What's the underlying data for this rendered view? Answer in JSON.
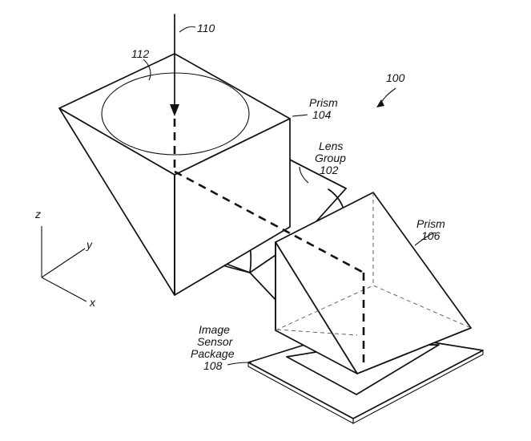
{
  "labels": {
    "ref_110": "110",
    "ref_112": "112",
    "ref_100": "100",
    "prism_104_name": "Prism",
    "prism_104_num": "104",
    "lens_group_line1": "Lens",
    "lens_group_line2": "Group",
    "lens_group_num": "102",
    "prism_106_name": "Prism",
    "prism_106_num": "106",
    "sensor_line1": "Image",
    "sensor_line2": "Sensor",
    "sensor_line3": "Package",
    "sensor_num": "108",
    "axis_z": "z",
    "axis_y": "y",
    "axis_x": "x"
  }
}
